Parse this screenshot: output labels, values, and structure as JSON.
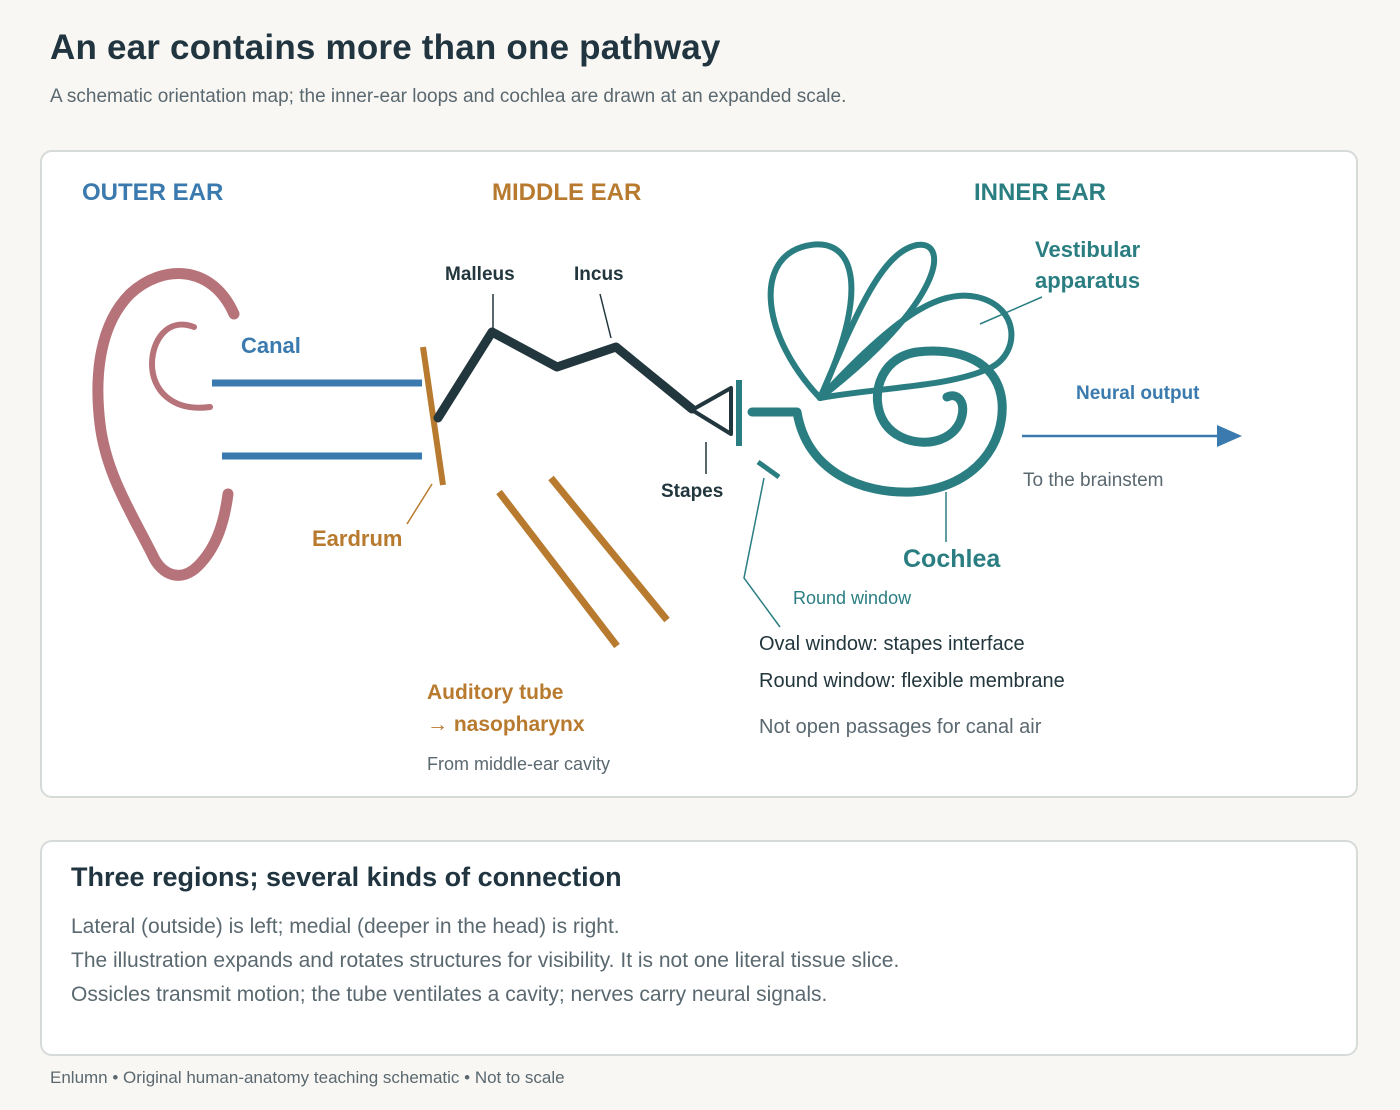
{
  "header": {
    "title": "An ear contains more than one pathway",
    "subtitle": "A schematic orientation map; the inner-ear loops and cochlea are drawn at an expanded scale."
  },
  "colors": {
    "outer": "#3a7aae",
    "middle": "#b87a2e",
    "inner": "#2a7e82",
    "pinna": "#b7737a",
    "ossicle": "#22363d",
    "muted": "#5a6870"
  },
  "diagram": {
    "regions": {
      "outer": "OUTER EAR",
      "middle": "MIDDLE EAR",
      "inner": "INNER EAR"
    },
    "labels": {
      "canal": "Canal",
      "eardrum": "Eardrum",
      "malleus": "Malleus",
      "incus": "Incus",
      "stapes": "Stapes",
      "tube_line1": "Auditory tube",
      "tube_line2": "→ nasopharynx",
      "tube_note": "From middle-ear cavity",
      "vestibular_line1": "Vestibular",
      "vestibular_line2": "apparatus",
      "cochlea": "Cochlea",
      "neural_output": "Neural output",
      "brainstem": "To the brainstem",
      "round_window": "Round window",
      "oval_note": "Oval window: stapes interface",
      "round_note": "Round window: flexible membrane",
      "passages_note": "Not open passages for canal air"
    }
  },
  "summary": {
    "heading": "Three regions; several kinds of connection",
    "lines": [
      "Lateral (outside) is left; medial (deeper in the head) is right.",
      "The illustration expands and rotates structures for visibility. It is not one literal tissue slice.",
      "Ossicles transmit motion; the tube ventilates a cavity; nerves carry neural signals."
    ]
  },
  "footer": "Enlumn • Original human-anatomy teaching schematic • Not to scale"
}
